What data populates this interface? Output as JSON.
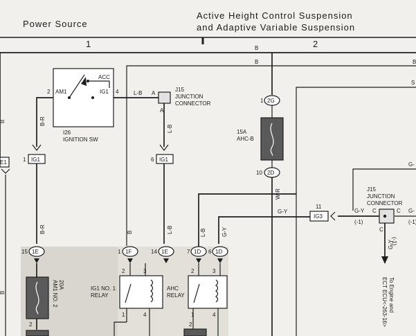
{
  "header": {
    "left_title": "Power Source",
    "right_title_line1": "Active Height Control Suspension",
    "right_title_line2": "and Adaptive Variable Suspension",
    "section_1": "1",
    "section_2": "2"
  },
  "ignition_switch": {
    "name": "I26",
    "desc": "IGNITION SW",
    "term_acc": "ACC",
    "term_am1": "AM1",
    "term_ig1": "IG1",
    "pin_am1": "2",
    "pin_ig1": "4"
  },
  "junction_j15_top": {
    "name": "J15",
    "line1": "JUNCTION",
    "line2": "CONNECTOR",
    "pin_top": "A",
    "pin_bottom": "A"
  },
  "junction_j15_right": {
    "name": "J15",
    "line1": "JUNCTION",
    "line2": "CONNECTOR",
    "pin_left": "C",
    "pin_right": "C",
    "pin_bottom": "C"
  },
  "connectors": {
    "e1": "E1",
    "ig1_left": "IG1",
    "ig1_left_pin": "1",
    "ig1_mid": "IG1",
    "ig1_mid_pin": "6",
    "ig3": "IG3",
    "ig3_pin": "11",
    "c2g": "2G",
    "c2g_pin": "1",
    "c2d": "2D",
    "c2d_pin": "10",
    "c1e_a": "1E",
    "c1e_a_pin": "15",
    "c1f": "1F",
    "c1f_pin": "1",
    "c1e_b": "1E",
    "c1e_b_pin": "14",
    "c1d_a": "1D",
    "c1d_a_pin": "7",
    "c1d_b": "1D",
    "c1d_b_pin": "6"
  },
  "fuses": {
    "ahc_amp": "15A",
    "ahc_name": "AHC-B",
    "am1_amp": "20A",
    "am1_name": "AM1 NO. 2"
  },
  "relays": {
    "ig1_line1": "IG1 NO. 1",
    "ig1_line2": "RELAY",
    "ahc_line1": "AHC",
    "ahc_line2": "RELAY",
    "pin_2": "2",
    "pin_3": "3",
    "pin_1": "1",
    "pin_4": "4"
  },
  "wire_colors": {
    "b": "B",
    "br": "B-R",
    "lb": "L-B",
    "gy": "G-Y",
    "wr": "W-R",
    "neg1": "(-1)",
    "s": "S",
    "g": "G-"
  },
  "ecu_note": {
    "line1": "To Engine and",
    "line2": "ECT ECU<-263-16>"
  }
}
